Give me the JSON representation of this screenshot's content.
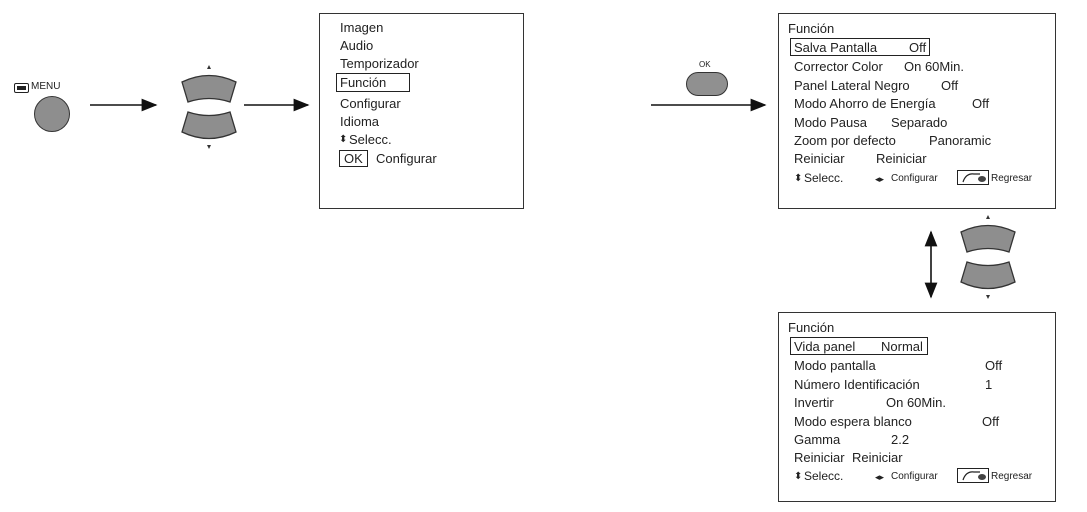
{
  "remote": {
    "menu_label": "MENU",
    "ok_label": "OK"
  },
  "main_menu": {
    "items": [
      "Imagen",
      "Audio",
      "Temporizador",
      "Función",
      "Configurar",
      "Idioma"
    ],
    "selected_index": 3,
    "select_hint": "Selecc.",
    "ok_key": "OK",
    "ok_action": "Configurar"
  },
  "function_menu_1": {
    "title": "Función",
    "rows": [
      {
        "label": "Salva Pantalla",
        "value": "Off"
      },
      {
        "label": "Corrector Color",
        "value": "On  60Min."
      },
      {
        "label": "Panel Lateral Negro",
        "value": "Off"
      },
      {
        "label": "Modo Ahorro de Energía",
        "value": "Off"
      },
      {
        "label": "Modo Pausa",
        "value": "Separado"
      },
      {
        "label": "Zoom por defecto",
        "value": "Panoramic"
      },
      {
        "label": "Reiniciar",
        "value": "Reiniciar"
      }
    ],
    "selected_index": 0,
    "footer": {
      "select": "Selecc.",
      "configure": "Configurar",
      "back": "Regresar"
    }
  },
  "function_menu_2": {
    "title": "Función",
    "rows": [
      {
        "label": "Vida panel",
        "value": "Normal"
      },
      {
        "label": "Modo pantalla",
        "value": "Off"
      },
      {
        "label": "Número Identificación",
        "value": "1"
      },
      {
        "label": "Invertir",
        "value": "On  60Min."
      },
      {
        "label": "Modo espera blanco",
        "value": "Off"
      },
      {
        "label": "Gamma",
        "value": "2.2"
      },
      {
        "label": "Reiniciar",
        "value": "Reiniciar"
      }
    ],
    "selected_index": 0,
    "footer": {
      "select": "Selecc.",
      "configure": "Configurar",
      "back": "Regresar"
    }
  },
  "icons": [
    "menu-button-icon",
    "up-down-arrow-icon",
    "left-right-arrow-icon",
    "return-button-icon",
    "arrow-right-icon",
    "double-arrow-icon"
  ]
}
